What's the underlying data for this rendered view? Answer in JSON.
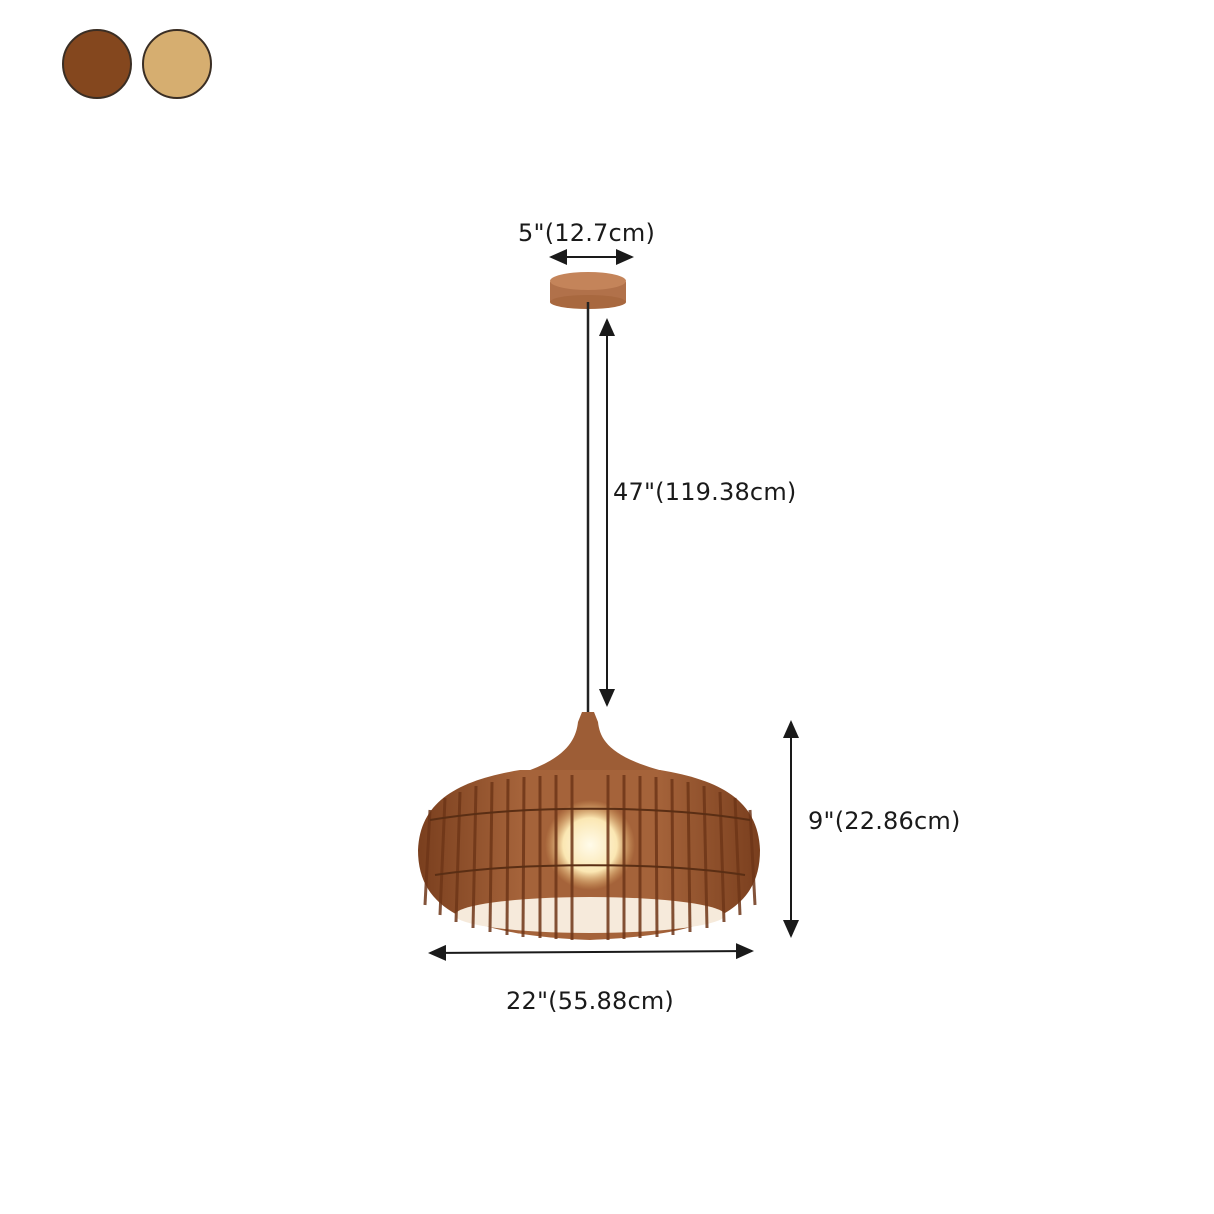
{
  "color_options": [
    {
      "name": "walnut-brown",
      "color": "#84471e"
    },
    {
      "name": "natural-wood",
      "color": "#d6ae70"
    }
  ],
  "dimensions": {
    "canopy_width": "5\"(12.7cm)",
    "cord_length": "47\"(119.38cm)",
    "shade_height": "9\"(22.86cm)",
    "shade_width": "22\"(55.88cm)"
  },
  "colors": {
    "wood": "#8a4f2a",
    "wood_light": "#b27444",
    "cord": "#222222",
    "arrow": "#1a1a1a",
    "bulb": "#fff6dc"
  }
}
